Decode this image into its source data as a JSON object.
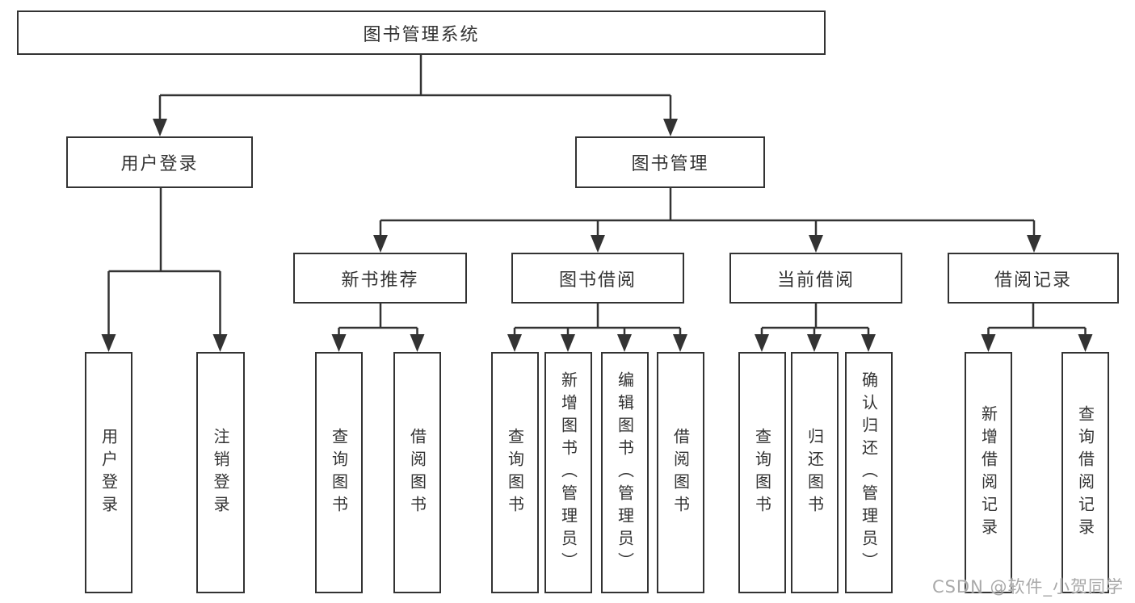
{
  "diagram_title": "图书管理系统",
  "tree": {
    "root": {
      "label": "图书管理系统"
    },
    "branches": [
      {
        "label": "用户登录",
        "leaves": [
          {
            "label": "用户登录"
          },
          {
            "label": "注销登录"
          }
        ]
      },
      {
        "label": "图书管理",
        "groups": [
          {
            "label": "新书推荐",
            "leaves": [
              {
                "label": "查询图书"
              },
              {
                "label": "借阅图书"
              }
            ]
          },
          {
            "label": "图书借阅",
            "leaves": [
              {
                "label": "查询图书"
              },
              {
                "label": "新增图书（管理员）"
              },
              {
                "label": "编辑图书（管理员）"
              },
              {
                "label": "借阅图书"
              }
            ]
          },
          {
            "label": "当前借阅",
            "leaves": [
              {
                "label": "查询图书"
              },
              {
                "label": "归还图书"
              },
              {
                "label": "确认归还（管理员）"
              }
            ]
          },
          {
            "label": "借阅记录",
            "leaves": [
              {
                "label": "新增借阅记录"
              },
              {
                "label": "查询借阅记录"
              }
            ]
          }
        ]
      }
    ]
  },
  "watermark": {
    "text": "CSDN @软件_小贺同学"
  },
  "colors": {
    "line": "#333333",
    "text": "#333333",
    "background": "#ffffff",
    "watermark_text": "#a9a9a9"
  }
}
